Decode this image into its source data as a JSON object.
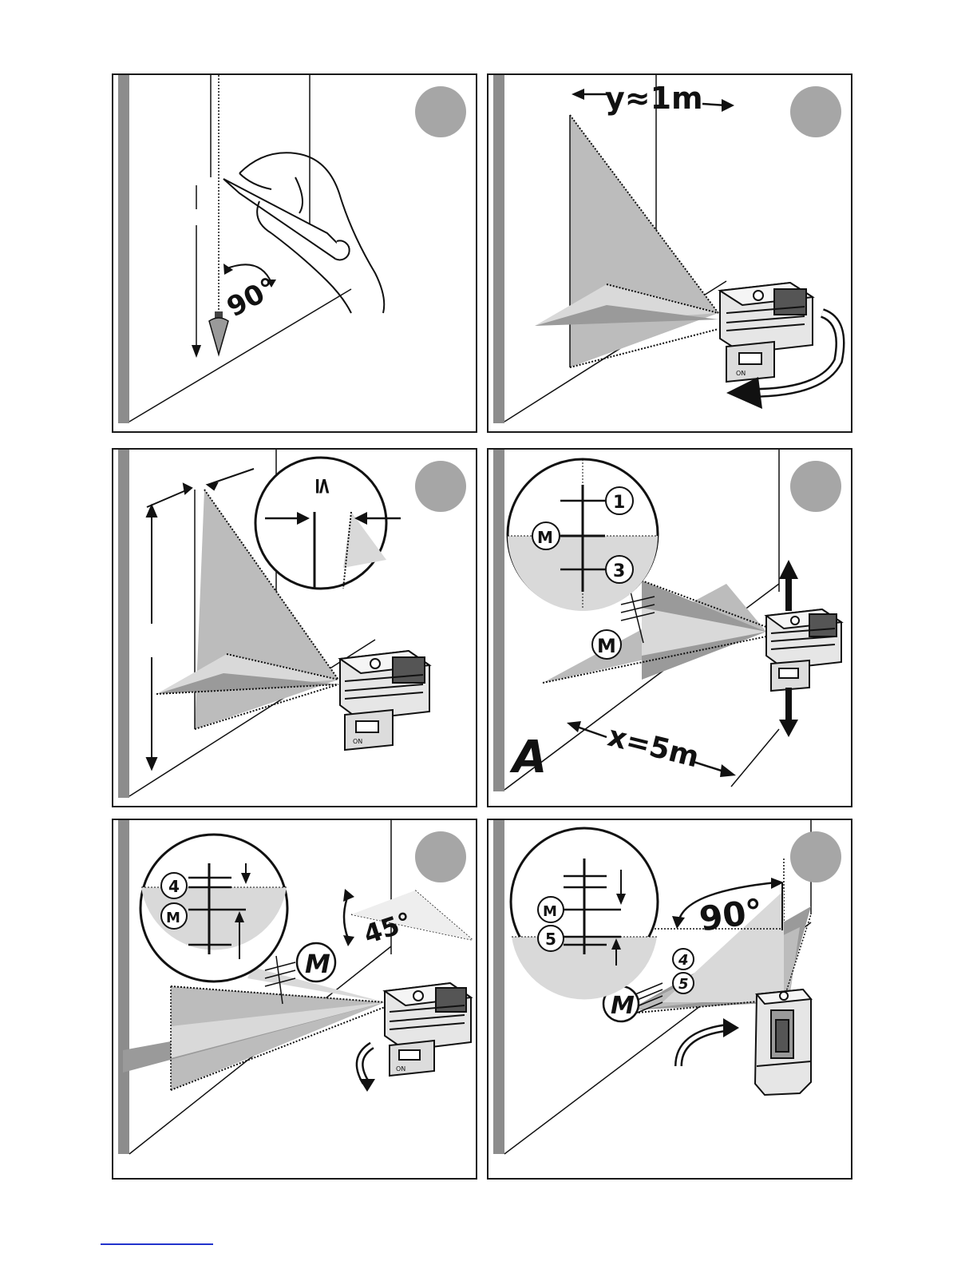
{
  "colors": {
    "frame": "#1a1a1a",
    "wall_bar": "#8c8c8c",
    "step_badge": "#a6a6a6",
    "beam_light": "#d9d9d9",
    "beam_mid": "#bcbcbc",
    "beam_dark": "#9a9a9a",
    "link_line": "#2233cc"
  },
  "panels": [
    {
      "id": "p1",
      "labels": {
        "angle": "90°"
      }
    },
    {
      "id": "p2",
      "labels": {
        "distance": "y≈1m"
      }
    },
    {
      "id": "p3",
      "labels": {
        "tolerance": "≤"
      }
    },
    {
      "id": "p4",
      "labels": {
        "mark_1": "1",
        "mark_m": "M",
        "mark_3": "3",
        "floor_m": "M",
        "distance": "x=5m",
        "position": "A"
      }
    },
    {
      "id": "p5",
      "labels": {
        "mark_4": "4",
        "mark_m": "M",
        "floor_m": "M",
        "angle": "45°"
      }
    },
    {
      "id": "p6",
      "labels": {
        "mark_m": "M",
        "mark_5": "5",
        "floor_m": "M",
        "floor_4": "4",
        "floor_5": "5",
        "angle": "90°"
      }
    }
  ],
  "device": {
    "switch_label": "ON"
  }
}
